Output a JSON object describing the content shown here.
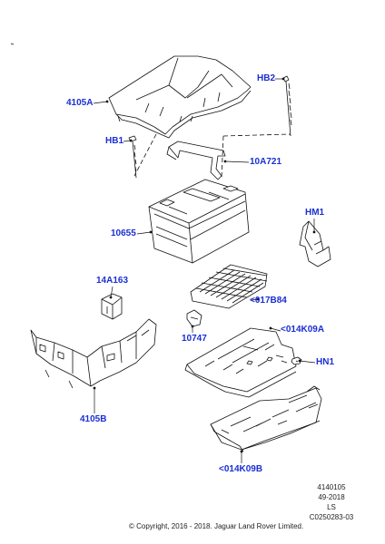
{
  "callouts": {
    "c4105A": "4105A",
    "hb2": "HB2",
    "hb1": "HB1",
    "c10A721": "10A721",
    "c10655": "10655",
    "hm1": "HM1",
    "c14A163": "14A163",
    "c017B84": "<017B84",
    "c014K09A": "<014K09A",
    "c10747": "10747",
    "hn1": "HN1",
    "c4105B": "4105B",
    "c014K09B": "<014K09B"
  },
  "footer": {
    "code": "4140105",
    "date": "49-2018",
    "ls": "LS",
    "ref": "C0250283-03",
    "copyright": "© Copyright, 2016 - 2018. Jaguar Land Rover Limited."
  },
  "colors": {
    "callout": "#1a2fd4",
    "line": "#111111"
  }
}
